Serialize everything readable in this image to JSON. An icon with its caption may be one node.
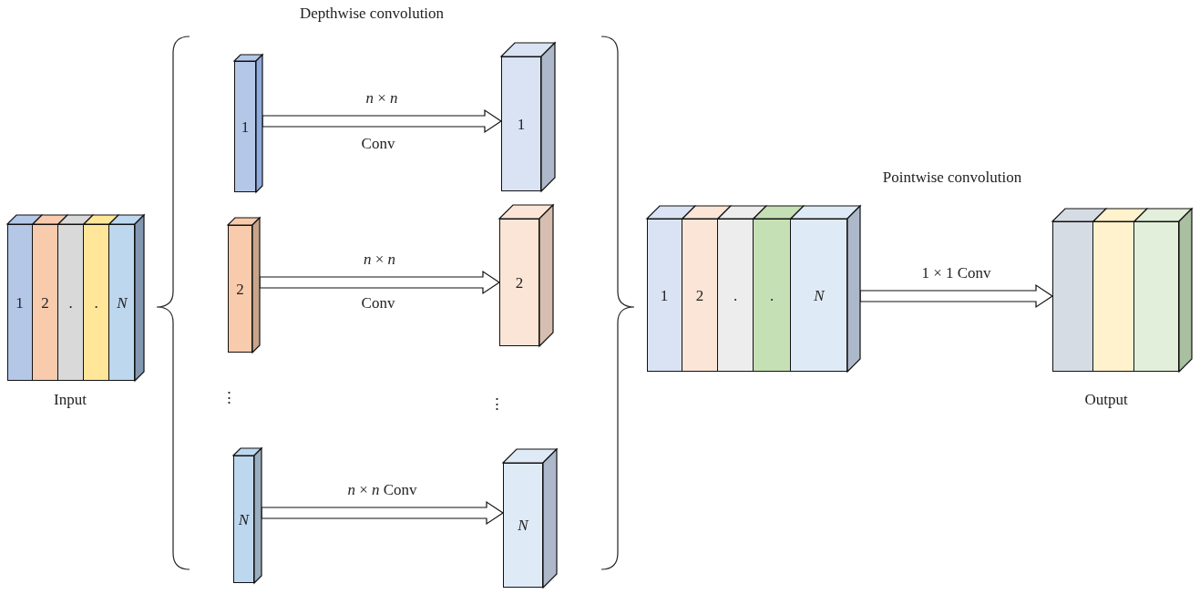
{
  "diagram": {
    "nodes": [
      {
        "text": [],
        "shape": "box",
        "beside": [
          "Input"
        ]
      },
      {
        "text": [
          "1"
        ],
        "in": 0
      },
      {
        "text": [
          "2"
        ],
        "in": 0
      },
      {
        "text": [
          "."
        ],
        "in": 0
      },
      {
        "text": [
          "."
        ],
        "in": 0
      },
      {
        "text": [
          "N"
        ],
        "in": 0
      },
      {
        "text": [
          "1"
        ]
      },
      {
        "text": [
          "1"
        ]
      },
      {
        "text": [
          "2"
        ]
      },
      {
        "text": [
          "2"
        ]
      },
      {
        "text": [
          "N"
        ]
      },
      {
        "text": [
          "N"
        ]
      },
      {
        "text": [],
        "shape": "box"
      },
      {
        "text": [
          "1"
        ],
        "in": 12
      },
      {
        "text": [
          "2"
        ],
        "in": 12
      },
      {
        "text": [
          "."
        ],
        "in": 12
      },
      {
        "text": [
          "."
        ],
        "in": 12
      },
      {
        "text": [
          "N"
        ],
        "in": 12
      },
      {
        "text": [],
        "shape": "box",
        "beside": [
          "Output"
        ]
      },
      {
        "text": [],
        "shape": "bar",
        "in": 18
      },
      {
        "text": [],
        "shape": "bar",
        "in": 18
      },
      {
        "text": [],
        "shape": "bar",
        "in": 18
      }
    ],
    "edges": [
      {
        "from": 6,
        "to": 7,
        "arrow": "to",
        "label": "*n* × *n*"
      },
      {
        "from": 8,
        "to": 9,
        "arrow": "to",
        "label": "*n* × *n*"
      },
      {
        "from": 10,
        "to": 11,
        "arrow": "to",
        "label": "*n* × *n* Conv"
      },
      {
        "from": 12,
        "to": 18,
        "arrow": "to",
        "label": "1 × 1 Conv"
      }
    ],
    "labels": [
      "Depthwise convolution",
      "Conv",
      "Pointwise convolution",
      "Conv",
      "⋮",
      "⋮"
    ]
  }
}
